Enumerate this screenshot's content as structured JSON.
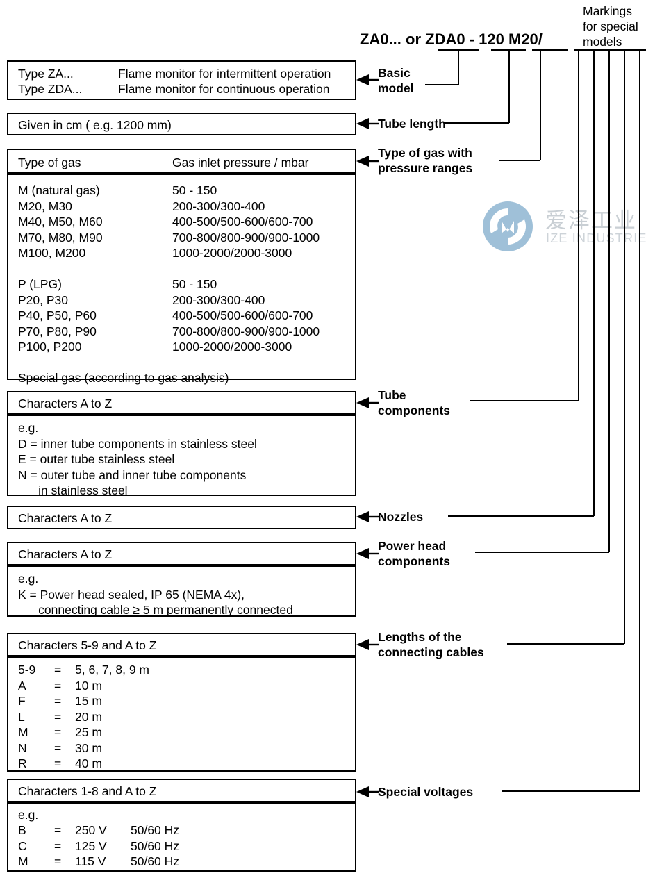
{
  "header": {
    "code_line": "ZA0... or ZDA0 - 120 M20/",
    "markings_note": "Markings\nfor special\nmodels"
  },
  "callouts": [
    {
      "name": "basic-model",
      "text": "Basic\nmodel"
    },
    {
      "name": "tube-length",
      "text": "Tube length"
    },
    {
      "name": "type-of-gas",
      "text": "Type of gas with\npressure ranges"
    },
    {
      "name": "tube-components",
      "text": "Tube\ncomponents"
    },
    {
      "name": "nozzles",
      "text": "Nozzles"
    },
    {
      "name": "power-head",
      "text": "Power head\ncomponents"
    },
    {
      "name": "cable-lengths",
      "text": "Lengths of the\nconnecting cables"
    },
    {
      "name": "special-voltages",
      "text": "Special voltages"
    }
  ],
  "boxes": {
    "basic_model": {
      "row1_type": "Type ZA...",
      "row1_desc": "Flame monitor for intermittent operation",
      "row2_type": "Type ZDA...",
      "row2_desc": "Flame monitor for continuous operation"
    },
    "tube_length": {
      "text": "Given in cm ( e.g. 1200 mm)"
    },
    "gas_header": {
      "col1": "Type of gas",
      "col2": "Gas inlet pressure / mbar"
    },
    "gas_table": {
      "col1": "M (natural gas)\nM20, M30\nM40, M50, M60\nM70, M80, M90\nM100, M200\n\nP (LPG)\nP20, P30\nP40, P50, P60\nP70, P80, P90\nP100, P200\n\nSpecial gas (according to gas analysis)",
      "col2": "50 - 150\n200-300/300-400\n400-500/500-600/600-700\n700-800/800-900/900-1000\n1000-2000/2000-3000\n\n50 - 150\n200-300/300-400\n400-500/500-600/600-700\n700-800/800-900/900-1000\n1000-2000/2000-3000"
    },
    "tube_components_head": {
      "text": "Characters A to Z"
    },
    "tube_components_body": {
      "text": "e.g.\nD = inner tube components in stainless steel\nE = outer tube stainless steel\nN = outer tube and inner tube components\n      in stainless steel"
    },
    "nozzles_head": {
      "text": "Characters A to Z"
    },
    "power_head_head": {
      "text": "Characters A to Z"
    },
    "power_head_body": {
      "text": "e.g.\nK = Power head sealed, IP 65 (NEMA 4x),\n      connecting cable ≥ 5 m permanently connected"
    },
    "cables_head": {
      "text": "Characters 5-9 and A to Z"
    },
    "cables_body": {
      "col_char": "5-9\nA\nF\nL\nM\nN\nR",
      "col_eq": "=\n=\n=\n=\n=\n=\n=",
      "col_val": "5, 6, 7, 8, 9 m\n10 m\n15 m\n20 m\n25 m\n30 m\n40 m"
    },
    "voltages_head": {
      "text": "Characters 1-8 and A to Z"
    },
    "voltages_body": {
      "eg": "e.g.",
      "col_char": "B\nC\nM",
      "col_eq": "=\n=\n=",
      "col_val": "250 V\n125 V\n115 V",
      "col_hz": "50/60 Hz\n50/60 Hz\n50/60 Hz"
    }
  },
  "watermark": {
    "cn": "爱泽工业",
    "en": "IZE INDUSTRIES",
    "color": "#9fc0d8"
  }
}
